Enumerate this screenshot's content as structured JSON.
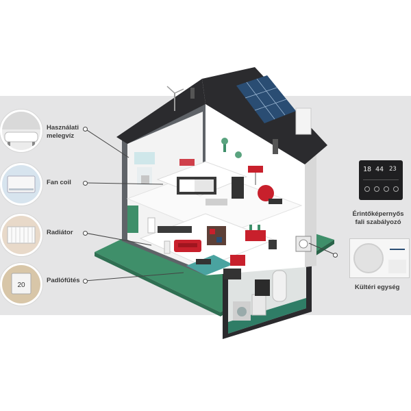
{
  "labels": {
    "hot_water": "Használati\nmelegvíz",
    "fan_coil": "Fan coil",
    "radiator": "Radiátor",
    "floor_heating": "Padlófűtés",
    "controller": "Érintőképernyős\nfali szabályozó",
    "outdoor_unit": "Kültéri egység"
  },
  "controller_display": {
    "temp_left": "18",
    "temp_right": "44",
    "time": "23"
  },
  "thermostat_display": "20",
  "colors": {
    "band": "#e5e5e6",
    "roof": "#2b2b2e",
    "ground": "#3f8f6a",
    "wall": "#ffffff",
    "accent_red": "#c8202c",
    "solar": "#2a4d73",
    "line": "#444444"
  }
}
